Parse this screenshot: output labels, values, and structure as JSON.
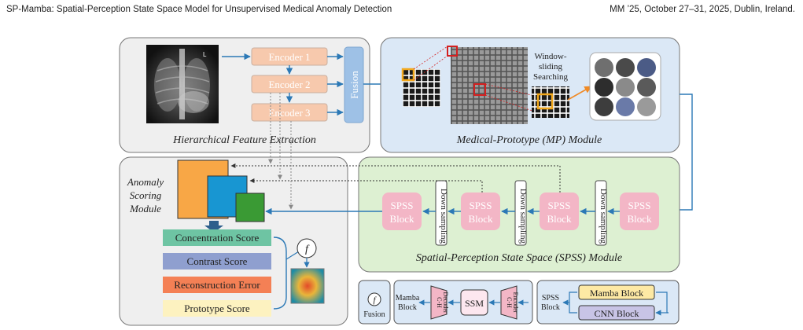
{
  "header": {
    "left": "SP-Mamba: Spatial-Perception State Space Model for Unsupervised Medical Anomaly Detection",
    "right": "MM ’25, October 27–31, 2025, Dublin, Ireland."
  },
  "hfe": {
    "title": "Hierarchical Feature Extraction",
    "encoders": [
      "Encoder 1",
      "Encoder 2",
      "Encoder 3"
    ],
    "fusion": "Fusion",
    "xray_marker": "L"
  },
  "mp": {
    "title": "Medical-Prototype (MP) Module",
    "search_label": [
      "Window-",
      "sliding",
      "Searching"
    ]
  },
  "asm": {
    "title": [
      "Anomaly",
      "Scoring",
      "Module"
    ],
    "scores": [
      {
        "label": "Concentration Score",
        "color": "#6ec4a3"
      },
      {
        "label": "Contrast Score",
        "color": "#8f9fcf"
      },
      {
        "label": "Reconstruction Error",
        "color": "#f48055"
      },
      {
        "label": "Prototype Score",
        "color": "#fdf2c0"
      }
    ],
    "f_symbol": "f"
  },
  "spss": {
    "title": "Spatial-Perception State Space (SPSS) Module",
    "block": [
      "SPSS",
      "Block"
    ],
    "downsampling": "Down sampling"
  },
  "legend": {
    "f_symbol": "f",
    "fusion": "Fusion",
    "mamba_block": [
      "Mamba",
      "Block"
    ],
    "ch_decoder": [
      "C-H",
      "Decoder"
    ],
    "ssm": "SSM",
    "ch_encoder": [
      "C-H",
      "Encoder"
    ],
    "spss_block": [
      "SPSS",
      "Block"
    ],
    "mamba_block_full": "Mamba Block",
    "cnn_block": "CNN Block"
  },
  "colors": {
    "encoder": "#f7c9ad",
    "fusion": "#9ec1e6",
    "hfe_panel": "#efefef",
    "mp_panel": "#dbe8f6",
    "spss_panel": "#ddf0d2",
    "spss_block": "#f3b6c6",
    "arrow": "#2c79b6",
    "feat_orange": "#f8a746",
    "feat_blue": "#1896d2",
    "feat_green": "#3a9a34"
  }
}
